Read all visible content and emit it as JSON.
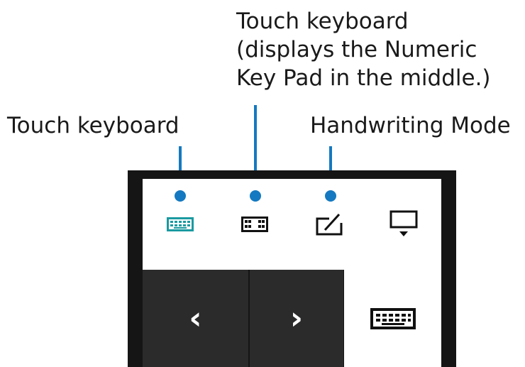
{
  "callouts": {
    "numeric_keypad": [
      "Touch keyboard",
      "(displays the Numeric",
      "Key Pad in the middle.)"
    ],
    "touch_keyboard": "Touch keyboard",
    "handwriting": "Handwriting Mode"
  },
  "toolbar": {
    "modes": [
      {
        "name": "standard-keyboard",
        "icon": "keyboard-icon",
        "selected": true
      },
      {
        "name": "split-keyboard",
        "icon": "split-keyboard-icon",
        "selected": false
      },
      {
        "name": "handwriting",
        "icon": "pen-icon",
        "selected": false
      },
      {
        "name": "dock",
        "icon": "dock-down-icon",
        "selected": false
      }
    ],
    "prev_glyph": "‹",
    "next_glyph": "›",
    "show_keyboard_icon": "keyboard-icon"
  },
  "colors": {
    "accent": "#1479c0",
    "selected_icon": "#1a9aa0",
    "panel_bg": "#151515",
    "nav_bg": "#2b2b2b"
  }
}
